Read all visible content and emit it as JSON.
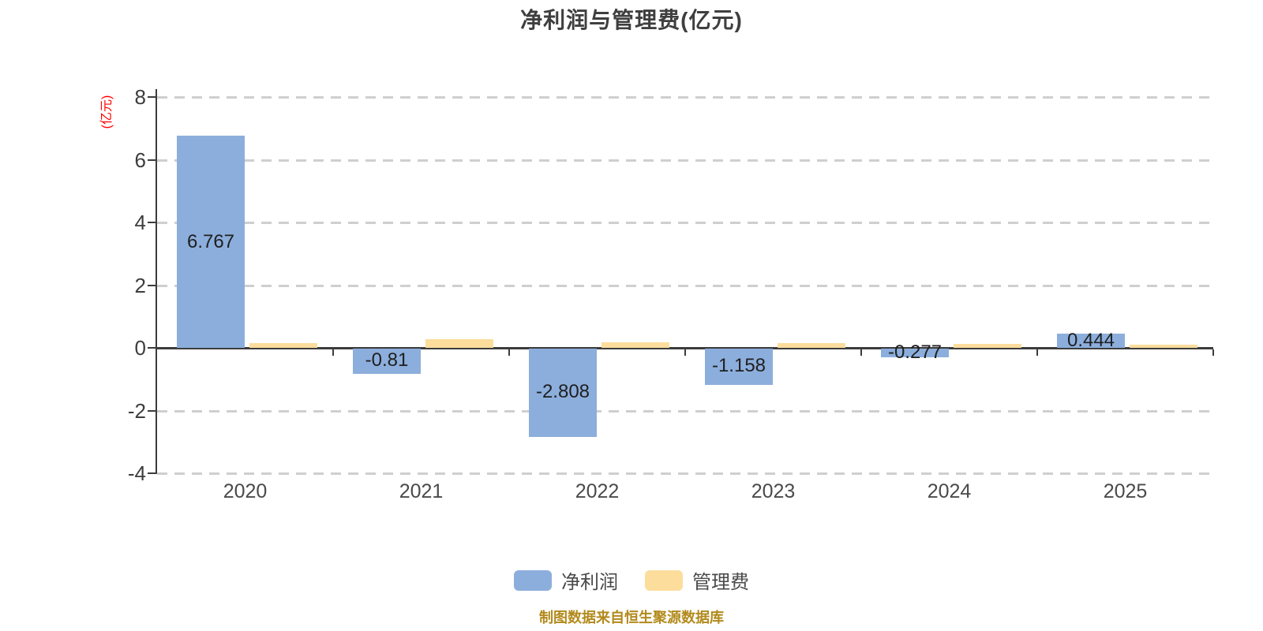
{
  "title": "净利润与管理费(亿元)",
  "y_axis_name": "(亿元)",
  "footer": "制图数据来自恒生聚源数据库",
  "colors": {
    "net_profit_bar": "#8CAEDC",
    "management_fee_bar": "#FCDD9C",
    "axis": "#3c3c3c",
    "gridline": "#cfcfcf",
    "tick_text": "#3d3d3d",
    "value_label_text": "#1f1f1f",
    "y_axis_name_text": "#ff0000",
    "footer_text": "#b28a1c",
    "title_text": "#3f3f3f"
  },
  "chart_data": {
    "type": "bar",
    "title": "净利润与管理费(亿元)",
    "categories": [
      "2020",
      "2021",
      "2022",
      "2023",
      "2024",
      "2025"
    ],
    "series": [
      {
        "key": "net-profit",
        "name": "净利润",
        "color": "#8CAEDC",
        "values": [
          6.767,
          -0.81,
          -2.808,
          -1.158,
          -0.277,
          0.444
        ],
        "labels": [
          "6.767",
          "-0.81",
          "-2.808",
          "-1.158",
          "-0.277",
          "0.444"
        ],
        "show_labels": true
      },
      {
        "key": "management-fee",
        "name": "管理费",
        "color": "#FCDD9C",
        "values": [
          0.15,
          0.27,
          0.17,
          0.15,
          0.12,
          0.11
        ],
        "labels": [],
        "show_labels": false
      }
    ],
    "ylabel": "(亿元)",
    "ylim": [
      -4,
      8
    ],
    "yticks": [
      8,
      6,
      4,
      2,
      0,
      -2,
      -4
    ],
    "grid": "dashed horizontal",
    "legend_position": "bottom"
  },
  "legend": {
    "items": [
      {
        "label": "净利润",
        "color": "#8CAEDC"
      },
      {
        "label": "管理费",
        "color": "#FCDD9C"
      }
    ]
  }
}
